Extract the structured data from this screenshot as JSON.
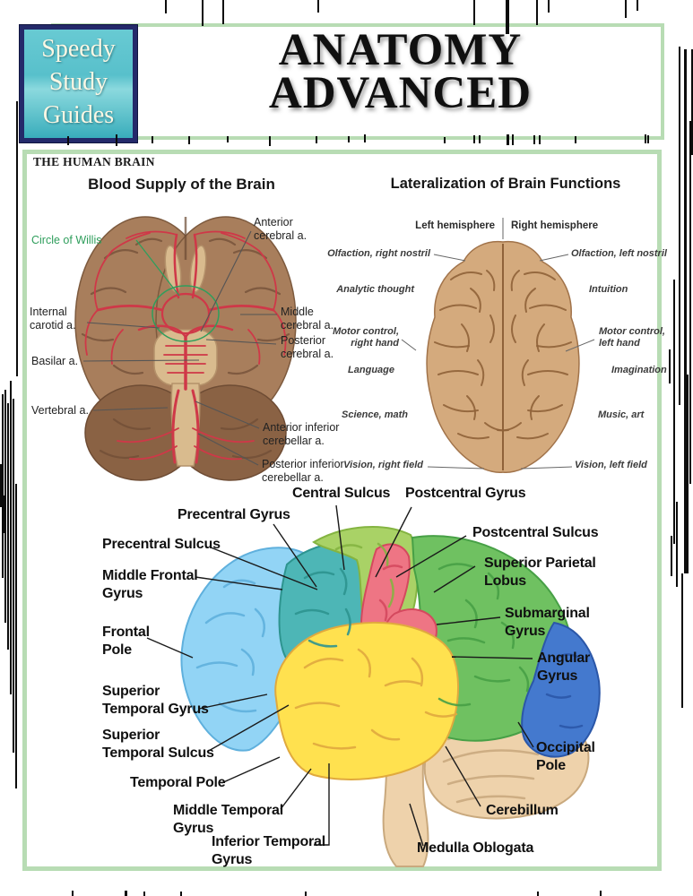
{
  "page": {
    "brand_lines": [
      "Speedy",
      "Study",
      "Guides"
    ],
    "title_lines": [
      "ANATOMY",
      "ADVANCED"
    ],
    "section_header": "THE HUMAN BRAIN"
  },
  "blood_supply": {
    "title": "Blood Supply of the Brain",
    "labels": [
      {
        "id": "circle-of-willis",
        "text": "Circle of Willis"
      },
      {
        "id": "anterior-cerebral",
        "text": "Anterior\ncerebral a."
      },
      {
        "id": "internal-carotid",
        "text": "Internal\ncarotid a."
      },
      {
        "id": "middle-cerebral",
        "text": "Middle\ncerebral a."
      },
      {
        "id": "posterior-cerebral",
        "text": "Posterior\ncerebral a."
      },
      {
        "id": "basilar",
        "text": "Basilar a."
      },
      {
        "id": "vertebral",
        "text": "Vertebral a."
      },
      {
        "id": "anterior-inferior-cerebellar",
        "text": "Anterior inferior\ncerebellar a."
      },
      {
        "id": "posterior-inferior-cerebellar",
        "text": "Posterior inferior\ncerebellar a."
      }
    ]
  },
  "lateralization": {
    "title": "Lateralization of Brain Functions",
    "left_hemisphere": "Left hemisphere",
    "right_hemisphere": "Right hemisphere",
    "labels": [
      {
        "id": "olfaction-right",
        "text": "Olfaction, right nostril"
      },
      {
        "id": "analytic-thought",
        "text": "Analytic thought"
      },
      {
        "id": "motor-right",
        "text": "Motor control,\nright hand"
      },
      {
        "id": "language",
        "text": "Language"
      },
      {
        "id": "science-math",
        "text": "Science, math"
      },
      {
        "id": "vision-right",
        "text": "Vision, right field"
      },
      {
        "id": "olfaction-left",
        "text": "Olfaction, left nostril"
      },
      {
        "id": "intuition",
        "text": "Intuition"
      },
      {
        "id": "motor-left",
        "text": "Motor control,\nleft hand"
      },
      {
        "id": "imagination",
        "text": "Imagination"
      },
      {
        "id": "music-art",
        "text": "Music, art"
      },
      {
        "id": "vision-left",
        "text": "Vision, left field"
      }
    ]
  },
  "lateral_view": {
    "labels": [
      {
        "id": "central-sulcus",
        "text": "Central Sulcus"
      },
      {
        "id": "postcentral-gyrus",
        "text": "Postcentral Gyrus"
      },
      {
        "id": "precentral-gyrus",
        "text": "Precentral Gyrus"
      },
      {
        "id": "postcentral-sulcus",
        "text": "Postcentral Sulcus"
      },
      {
        "id": "precentral-sulcus",
        "text": "Precentral Sulcus"
      },
      {
        "id": "superior-parietal-lobus",
        "text": "Superior Parietal\nLobus"
      },
      {
        "id": "middle-frontal-gyrus",
        "text": "Middle Frontal\nGyrus"
      },
      {
        "id": "submarginal-gyrus",
        "text": "Submarginal\nGyrus"
      },
      {
        "id": "frontal-pole",
        "text": "Frontal\nPole"
      },
      {
        "id": "angular-gyrus",
        "text": "Angular\nGyrus"
      },
      {
        "id": "superior-temporal-gyrus",
        "text": "Superior\nTemporal Gyrus"
      },
      {
        "id": "superior-temporal-sulcus",
        "text": "Superior\nTemporal Sulcus"
      },
      {
        "id": "occipital-pole",
        "text": "Occipital\nPole"
      },
      {
        "id": "temporal-pole",
        "text": "Temporal Pole"
      },
      {
        "id": "cerebillum",
        "text": "Cerebillum"
      },
      {
        "id": "middle-temporal-gyrus",
        "text": "Middle Temporal\nGyrus"
      },
      {
        "id": "medulla-oblogata",
        "text": "Medulla Oblogata"
      },
      {
        "id": "inferior-temporal-gyrus",
        "text": "Inferior Temporal\nGyrus"
      }
    ]
  },
  "colors": {
    "green_border": "#b8dcb4",
    "logo_teal": "#49b8c4",
    "logo_navy": "#242a6a",
    "circle_of_willis_green": "#2f9e5c",
    "artery_red": "#cf3848",
    "brain_brown": "#a87e5c",
    "brain_tan": "#d4aa7d",
    "frontal_blue": "#92d4f5",
    "middle_frontal_teal": "#4db6b6",
    "superior_frontal_green": "#a9d266",
    "central_red": "#ee7584",
    "parietal_green": "#6fc161",
    "occipital_blue": "#4479ce",
    "temporal_yellow": "#ffe14f",
    "cerebellum_tan": "#eed2ab"
  }
}
